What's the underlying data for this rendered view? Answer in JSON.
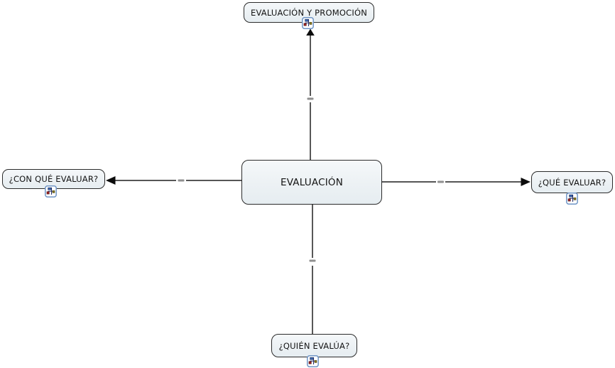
{
  "diagram": {
    "type": "concept-map",
    "background": "#ffffff",
    "colors": {
      "node_fill": "#ecf1f4",
      "node_border": "#2b2b2b",
      "line": "#1f1f1f",
      "link_dash": "#8f8f8f",
      "icon_border": "#6f95c6",
      "text": "#141414"
    },
    "nodes": {
      "center": {
        "label": "EVALUACIÓN"
      },
      "top": {
        "label": "EVALUACIÓN Y PROMOCIÓN",
        "icon": "linked-cmap-icon"
      },
      "left": {
        "label": "¿CON QUÉ EVALUAR?",
        "icon": "linked-cmap-icon"
      },
      "right": {
        "label": "¿QUÉ EVALUAR?",
        "icon": "linked-cmap-icon"
      },
      "bottom": {
        "label": "¿QUIÉN EVALÚA?",
        "icon": "linked-cmap-icon"
      }
    },
    "links": [
      {
        "from": "center",
        "to": "top",
        "arrowhead": "at-top",
        "label": ""
      },
      {
        "from": "center",
        "to": "left",
        "arrowhead": "at-left",
        "label": ""
      },
      {
        "from": "center",
        "to": "right",
        "arrowhead": "at-right",
        "label": ""
      },
      {
        "from": "center",
        "to": "bottom",
        "arrowhead": "none",
        "label": ""
      }
    ]
  }
}
